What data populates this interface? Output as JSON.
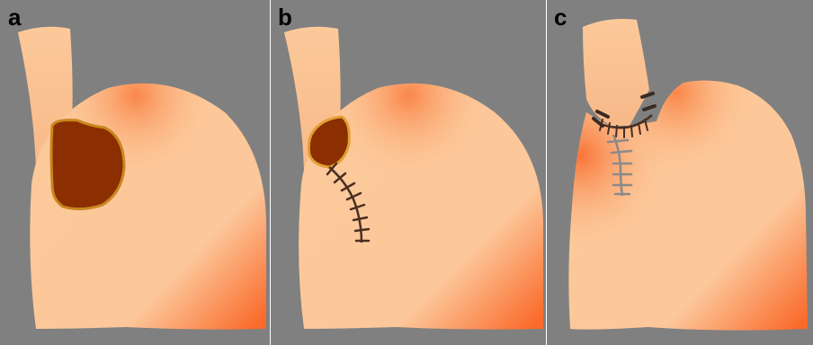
{
  "figure": {
    "panels": [
      {
        "id": "a",
        "label": "a"
      },
      {
        "id": "b",
        "label": "b"
      },
      {
        "id": "c",
        "label": "c"
      }
    ],
    "colors": {
      "background": "#808080",
      "stomach_light": "#FCC99A",
      "stomach_dark": "#FA6A2A",
      "esophagus": "#FCC99A",
      "tumor_fill": "#8B2E00",
      "tumor_outline": "#C8871E",
      "suture_dark": "#4A2E22",
      "suture_light": "#8A8A8A"
    }
  }
}
